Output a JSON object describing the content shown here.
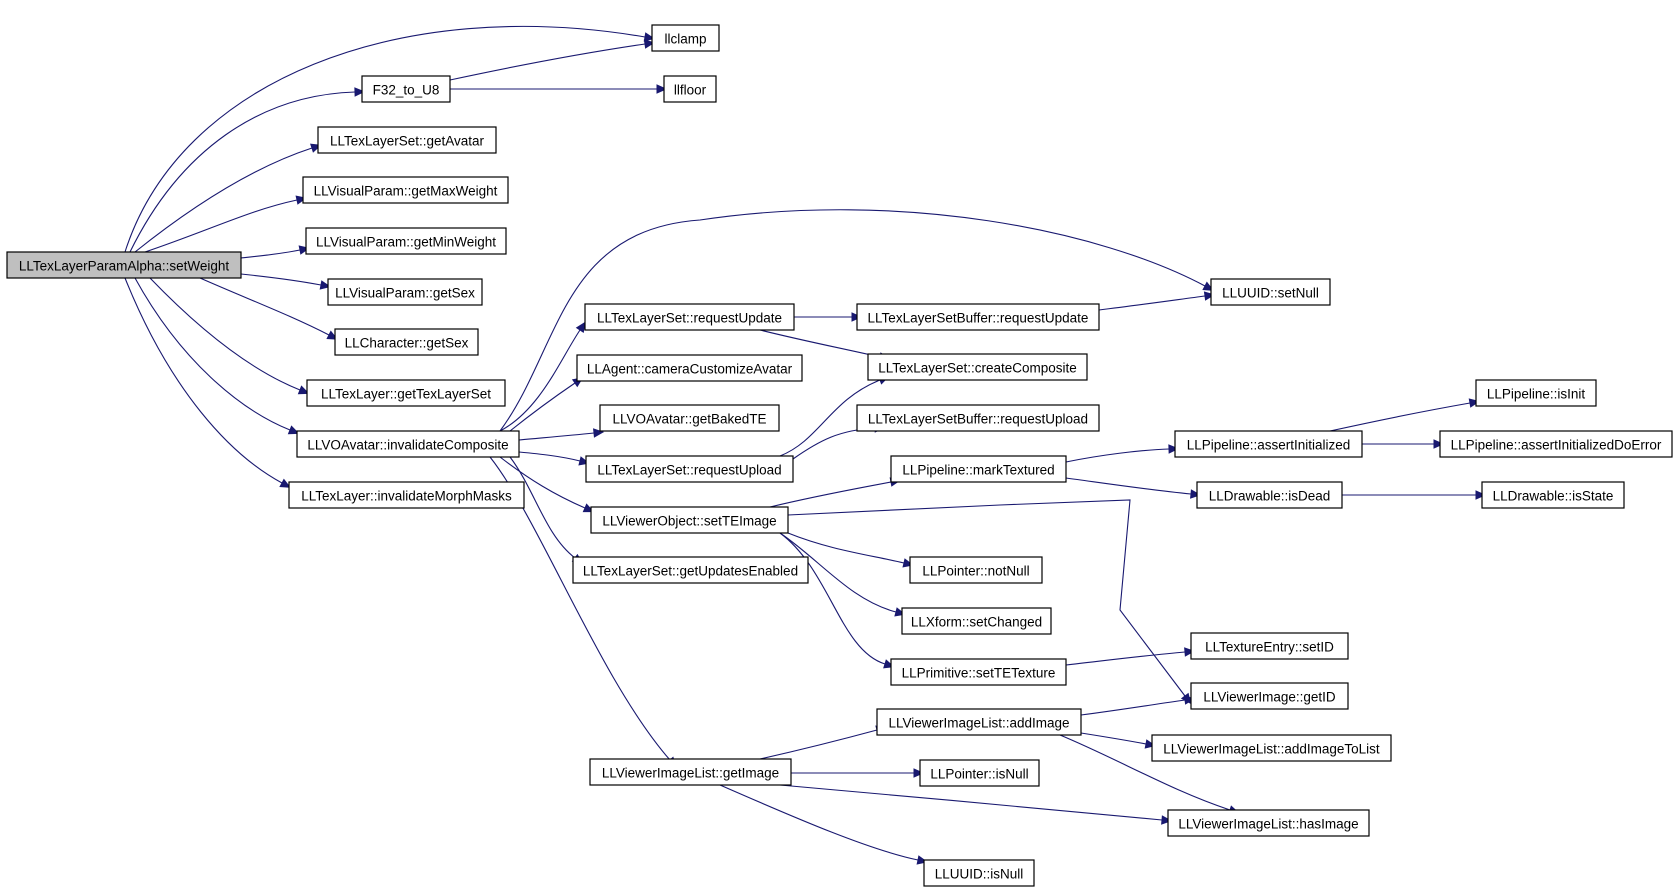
{
  "diagram": {
    "root": "LLTexLayerParamAlpha::setWeight",
    "nodes": [
      {
        "id": "root",
        "label": "LLTexLayerParamAlpha::setWeight",
        "root": true
      },
      {
        "id": "llclamp",
        "label": "llclamp"
      },
      {
        "id": "f32u8",
        "label": "F32_to_U8"
      },
      {
        "id": "llfloor",
        "label": "llfloor"
      },
      {
        "id": "getAvatar",
        "label": "LLTexLayerSet::getAvatar"
      },
      {
        "id": "getMaxWeight",
        "label": "LLVisualParam::getMaxWeight"
      },
      {
        "id": "getMinWeight",
        "label": "LLVisualParam::getMinWeight"
      },
      {
        "id": "vpGetSex",
        "label": "LLVisualParam::getSex"
      },
      {
        "id": "chGetSex",
        "label": "LLCharacter::getSex"
      },
      {
        "id": "getTexLayerSet",
        "label": "LLTexLayer::getTexLayerSet"
      },
      {
        "id": "invalidateComposite",
        "label": "LLVOAvatar::invalidateComposite"
      },
      {
        "id": "invalidateMorphMasks",
        "label": "LLTexLayer::invalidateMorphMasks"
      },
      {
        "id": "tlsRequestUpdate",
        "label": "LLTexLayerSet::requestUpdate"
      },
      {
        "id": "cameraCustomizeAvatar",
        "label": "LLAgent::cameraCustomizeAvatar"
      },
      {
        "id": "getBakedTE",
        "label": "LLVOAvatar::getBakedTE"
      },
      {
        "id": "tlsRequestUpload",
        "label": "LLTexLayerSet::requestUpload"
      },
      {
        "id": "setTEImage",
        "label": "LLViewerObject::setTEImage"
      },
      {
        "id": "getUpdatesEnabled",
        "label": "LLTexLayerSet::getUpdatesEnabled"
      },
      {
        "id": "getImage",
        "label": "LLViewerImageList::getImage"
      },
      {
        "id": "bufRequestUpdate",
        "label": "LLTexLayerSetBuffer::requestUpdate"
      },
      {
        "id": "createComposite",
        "label": "LLTexLayerSet::createComposite"
      },
      {
        "id": "bufRequestUpload",
        "label": "LLTexLayerSetBuffer::requestUpload"
      },
      {
        "id": "markTextured",
        "label": "LLPipeline::markTextured"
      },
      {
        "id": "notNull",
        "label": "LLPointer::notNull"
      },
      {
        "id": "setChanged",
        "label": "LLXform::setChanged"
      },
      {
        "id": "setTETexture",
        "label": "LLPrimitive::setTETexture"
      },
      {
        "id": "addImage",
        "label": "LLViewerImageList::addImage"
      },
      {
        "id": "isNullPtr",
        "label": "LLPointer::isNull"
      },
      {
        "id": "uuidIsNull",
        "label": "LLUUID::isNull"
      },
      {
        "id": "setNull",
        "label": "LLUUID::setNull"
      },
      {
        "id": "assertInitialized",
        "label": "LLPipeline::assertInitialized"
      },
      {
        "id": "isDead",
        "label": "LLDrawable::isDead"
      },
      {
        "id": "setID",
        "label": "LLTextureEntry::setID"
      },
      {
        "id": "getID",
        "label": "LLViewerImage::getID"
      },
      {
        "id": "addImageToList",
        "label": "LLViewerImageList::addImageToList"
      },
      {
        "id": "hasImage",
        "label": "LLViewerImageList::hasImage"
      },
      {
        "id": "isInit",
        "label": "LLPipeline::isInit"
      },
      {
        "id": "assertInitializedDoError",
        "label": "LLPipeline::assertInitializedDoError"
      },
      {
        "id": "isState",
        "label": "LLDrawable::isState"
      }
    ],
    "edges": [
      {
        "from": "root",
        "to": "llclamp"
      },
      {
        "from": "root",
        "to": "f32u8"
      },
      {
        "from": "root",
        "to": "getAvatar"
      },
      {
        "from": "root",
        "to": "getMaxWeight"
      },
      {
        "from": "root",
        "to": "getMinWeight"
      },
      {
        "from": "root",
        "to": "vpGetSex"
      },
      {
        "from": "root",
        "to": "chGetSex"
      },
      {
        "from": "root",
        "to": "getTexLayerSet"
      },
      {
        "from": "root",
        "to": "invalidateComposite"
      },
      {
        "from": "root",
        "to": "invalidateMorphMasks"
      },
      {
        "from": "f32u8",
        "to": "llclamp"
      },
      {
        "from": "f32u8",
        "to": "llfloor"
      },
      {
        "from": "invalidateComposite",
        "to": "tlsRequestUpdate"
      },
      {
        "from": "invalidateComposite",
        "to": "cameraCustomizeAvatar"
      },
      {
        "from": "invalidateComposite",
        "to": "getBakedTE"
      },
      {
        "from": "invalidateComposite",
        "to": "tlsRequestUpload"
      },
      {
        "from": "invalidateComposite",
        "to": "setTEImage"
      },
      {
        "from": "invalidateComposite",
        "to": "getUpdatesEnabled"
      },
      {
        "from": "invalidateComposite",
        "to": "getImage"
      },
      {
        "from": "invalidateComposite",
        "to": "setNull"
      },
      {
        "from": "tlsRequestUpdate",
        "to": "bufRequestUpdate"
      },
      {
        "from": "tlsRequestUpdate",
        "to": "createComposite"
      },
      {
        "from": "bufRequestUpdate",
        "to": "setNull"
      },
      {
        "from": "tlsRequestUpload",
        "to": "createComposite"
      },
      {
        "from": "tlsRequestUpload",
        "to": "bufRequestUpload"
      },
      {
        "from": "setTEImage",
        "to": "markTextured"
      },
      {
        "from": "setTEImage",
        "to": "notNull"
      },
      {
        "from": "setTEImage",
        "to": "setChanged"
      },
      {
        "from": "setTEImage",
        "to": "setTETexture"
      },
      {
        "from": "setTEImage",
        "to": "getID"
      },
      {
        "from": "markTextured",
        "to": "assertInitialized"
      },
      {
        "from": "markTextured",
        "to": "isDead"
      },
      {
        "from": "assertInitialized",
        "to": "isInit"
      },
      {
        "from": "assertInitialized",
        "to": "assertInitializedDoError"
      },
      {
        "from": "isDead",
        "to": "isState"
      },
      {
        "from": "setTETexture",
        "to": "setID"
      },
      {
        "from": "getImage",
        "to": "addImage"
      },
      {
        "from": "getImage",
        "to": "isNullPtr"
      },
      {
        "from": "getImage",
        "to": "hasImage"
      },
      {
        "from": "getImage",
        "to": "uuidIsNull"
      },
      {
        "from": "addImage",
        "to": "getID"
      },
      {
        "from": "addImage",
        "to": "addImageToList"
      },
      {
        "from": "addImage",
        "to": "hasImage"
      }
    ]
  }
}
